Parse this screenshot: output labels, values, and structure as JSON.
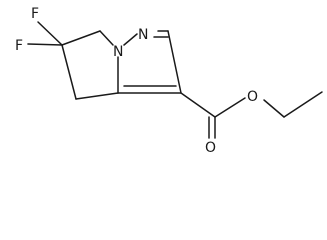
{
  "molecule": {
    "atoms": {
      "f1": "F",
      "f2": "F",
      "n1": "N",
      "n2": "N",
      "o_carbonyl": "O",
      "o_ester": "O"
    }
  }
}
